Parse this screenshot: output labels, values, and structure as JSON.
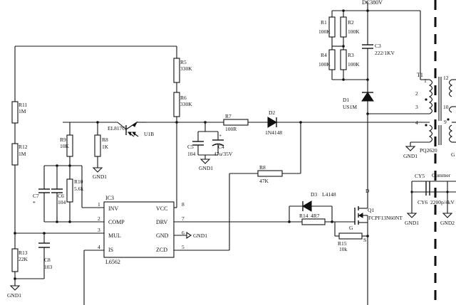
{
  "labels": {
    "dc380v": "DC380V",
    "r1": "R1",
    "r1v": "100K",
    "r2": "R2",
    "r2v": "100K",
    "r3": "R3",
    "r3v": "100K",
    "r4": "R4",
    "r4v": "100K",
    "c3": "C3",
    "c3v": "222/1KV",
    "r5": "R5",
    "r5v": "330K",
    "r6": "R6",
    "r6v": "330K",
    "t1": "T1",
    "d1": "D1",
    "d1v": "US1M",
    "r11": "R11",
    "r11v": "1M",
    "r12": "R12",
    "r12v": "1M",
    "r13": "R13",
    "r13v": "22K",
    "c8": "C8",
    "c8v": "103",
    "gnd_left": "GND1",
    "r7": "R7",
    "r7v": "100R",
    "d2": "D2",
    "d2v": "1N4148",
    "u1_el": "EL817C",
    "u1_ref": "U1B",
    "r9": "R9",
    "r9v": "10K",
    "r8a": "R8",
    "r8av": "1K",
    "gnd_r8": "GND1",
    "c5": "C5",
    "c5v": "104",
    "c4": "C4",
    "c4v": "47u/35V",
    "gnd_c": "GND1",
    "c7": "C7",
    "c7v": "*",
    "c6": "C6",
    "c6v": "104",
    "r10": "R10",
    "r10v": "5.6k",
    "r8b": "R8",
    "r8bv": "47K",
    "ic3": "IC3",
    "ic3_part": "L6562",
    "pin_inv": "INV",
    "pin_comp": "COMP",
    "pin_mul": "MUL",
    "pin_is": "IS",
    "pin_vcc": "VCC",
    "pin_drv": "DRV",
    "pin_gnd": "GND",
    "pin_zcd": "ZCD",
    "n1": "1",
    "n2": "2",
    "n3": "3",
    "n4": "4",
    "n5": "5",
    "n6": "6",
    "n7": "7",
    "n8": "8",
    "gnd_ic": "GND1",
    "d3": "D3",
    "d3v": "L4148",
    "r14": "R14",
    "r14v": "4R7",
    "r15": "R15",
    "r15v": "10k",
    "q1": "Q1",
    "q1v": "FCPF13N60NT",
    "q_d": "D",
    "q_g": "G",
    "q_s": "S",
    "tp1": "1",
    "tp2": "2",
    "tp3": "3",
    "tp4": "4",
    "ts12": "12",
    "ts10": "10",
    "ts9": "9",
    "pq": "PQ2620",
    "gnd_t": "GND1",
    "cy5": "CY5",
    "cy6": "CY6",
    "cy_val": "2200p/4kV",
    "common": "Commer",
    "gnd_cy1": "GND1",
    "gnd_cy2": "GND2",
    "g_cut": "G"
  }
}
